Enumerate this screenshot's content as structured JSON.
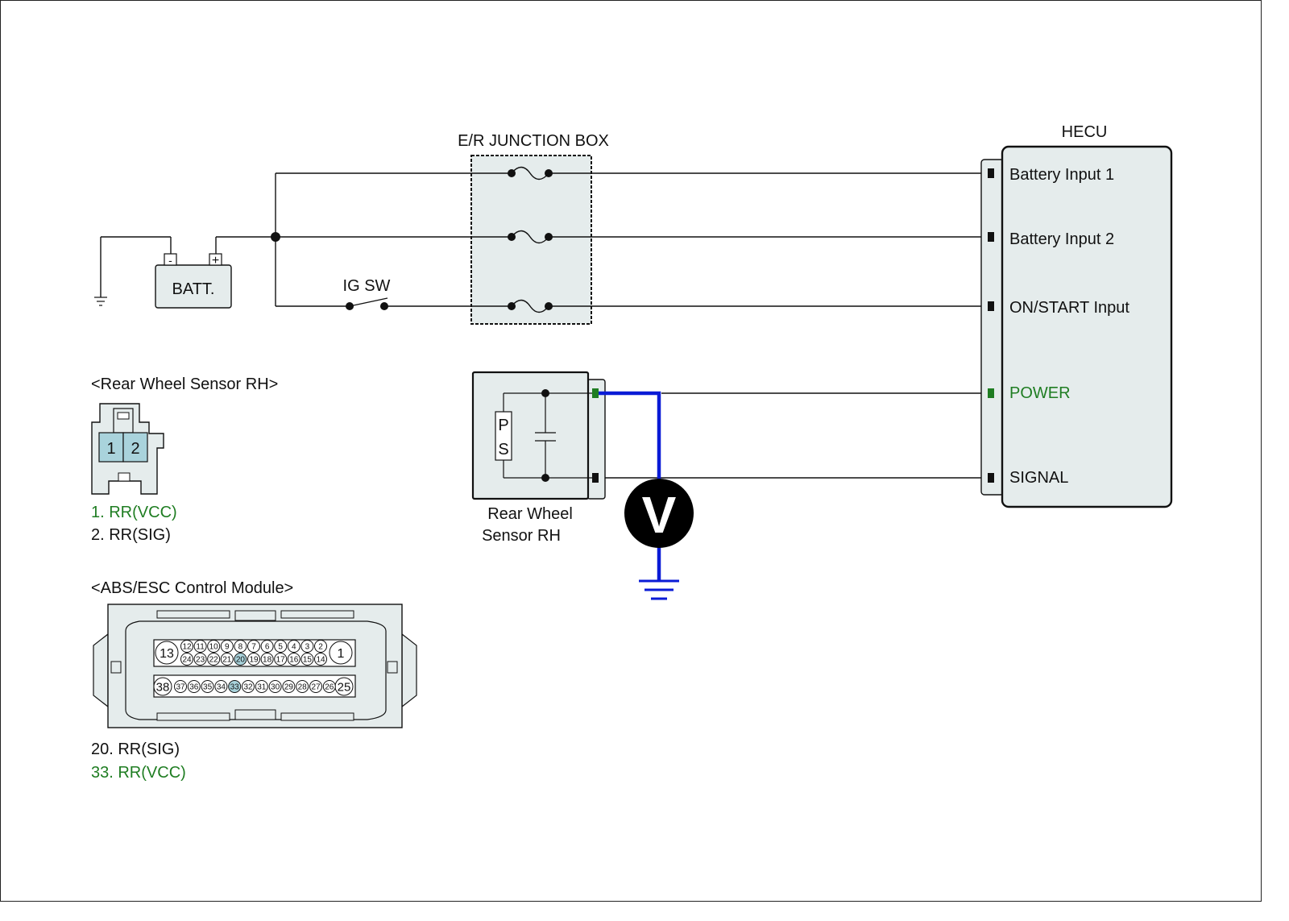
{
  "junction_box": {
    "title": "E/R JUNCTION BOX"
  },
  "battery": {
    "label": "BATT.",
    "minus": "-",
    "plus": "+"
  },
  "ig_switch": {
    "label": "IG SW"
  },
  "hecu": {
    "title": "HECU",
    "inputs": [
      "Battery Input 1",
      "Battery Input 2",
      "ON/START Input",
      "POWER",
      "SIGNAL"
    ]
  },
  "sensor": {
    "name_line1": "Rear Wheel",
    "name_line2": "Sensor RH",
    "p": "P",
    "s": "S"
  },
  "voltmeter": {
    "symbol": "V"
  },
  "rear_wheel_sensor_connector": {
    "title": "<Rear Wheel Sensor RH>",
    "pins": [
      "1",
      "2"
    ],
    "legend": [
      "1. RR(VCC)",
      "2. RR(SIG)"
    ]
  },
  "abs_module_connector": {
    "title": "<ABS/ESC Control Module>",
    "row1_big_left": "13",
    "row1_top": [
      "12",
      "11",
      "10",
      "9",
      "8",
      "7",
      "6",
      "5",
      "4",
      "3",
      "2"
    ],
    "row1_big_right": "1",
    "row1_bottom": [
      "24",
      "23",
      "22",
      "21",
      "20",
      "19",
      "18",
      "17",
      "16",
      "15",
      "14"
    ],
    "row2_big_left": "38",
    "row2": [
      "37",
      "36",
      "35",
      "34",
      "33",
      "32",
      "31",
      "30",
      "29",
      "28",
      "27",
      "26"
    ],
    "row2_big_right": "25",
    "legend": [
      "20. RR(SIG)",
      "33. RR(VCC)"
    ]
  },
  "colors": {
    "wire": "#000000",
    "measure_wire": "#0a1bd6",
    "highlight": "#1f7d22",
    "pin_fill": "#a9d3dc",
    "housing": "#e5ecec"
  }
}
